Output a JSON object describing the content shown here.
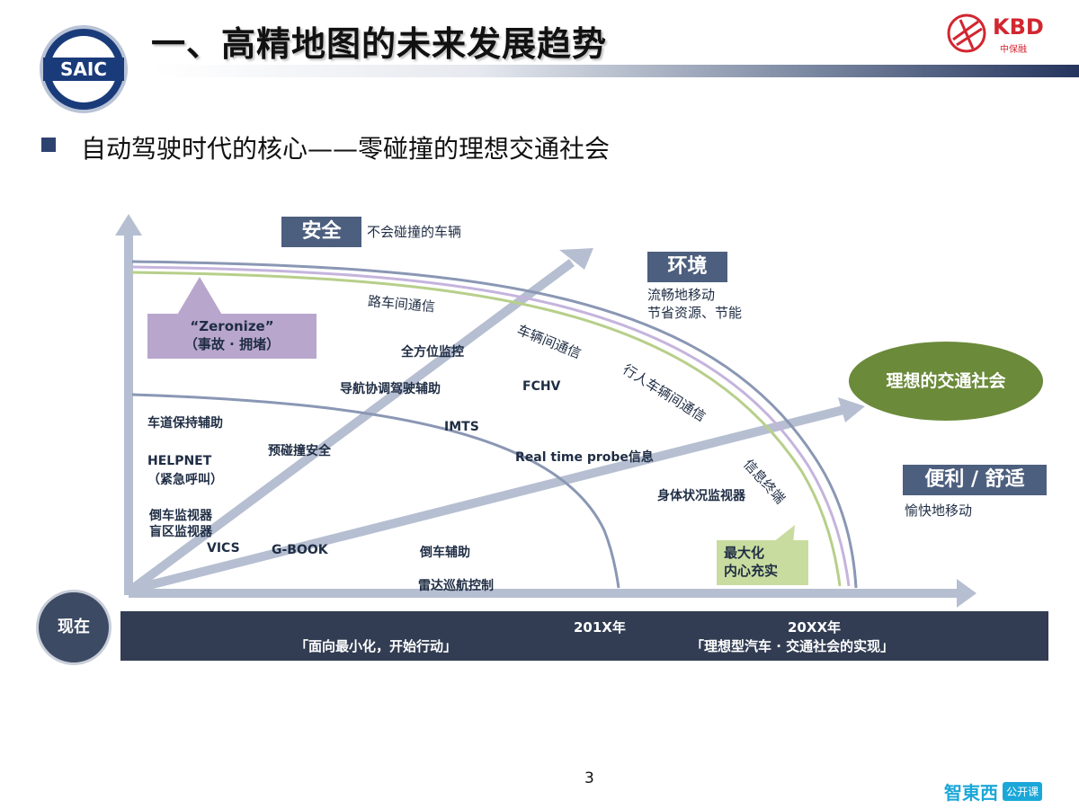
{
  "header": {
    "title": "一、高精地图的未来发展趋势",
    "logo_left": "SAIC",
    "logo_right": "KBD",
    "logo_right_sub": "中保融"
  },
  "subtitle": "自动驾驶时代的核心——零碰撞的理想交通社会",
  "diagram": {
    "tags": {
      "safety": "安全",
      "safety_desc": "不会碰撞的车辆",
      "environment": "环境",
      "environment_desc_1": "流畅地移动",
      "environment_desc_2": "节省资源、节能",
      "convenience": "便利 / 舒适",
      "convenience_desc": "愉快地移动"
    },
    "ideal_society": "理想的交通社会",
    "zeronize_1": "“Zeronize”",
    "zeronize_2": "（事故 · 拥堵）",
    "max_1": "最大化",
    "max_2": "内心充实",
    "curve_labels": {
      "road_vehicle": "路车间通信",
      "vehicle_vehicle": "车辆间通信",
      "pedestrian_vehicle": "行人车辆间通信",
      "info_terminal": "信息终端"
    },
    "items": {
      "all_round": "全方位监控",
      "nav_assist": "导航协调驾驶辅助",
      "fchv": "FCHV",
      "lane_keep": "车道保持辅助",
      "imts": "IMTS",
      "pre_crash": "预碰撞安全",
      "realtime": "Real time probe信息",
      "helpnet_1": "HELPNET",
      "helpnet_2": "（紧急呼叫）",
      "body_monitor": "身体状况监视器",
      "reverse_monitor_1": "倒车监视器",
      "reverse_monitor_2": "盲区监视器",
      "vics": "VICS",
      "gbook": "G-BOOK",
      "reverse_assist": "倒车辅助",
      "radar_cruise": "雷达巡航控制"
    },
    "timeline": {
      "now": "现在",
      "stage1": "「面向最小化，开始行动」",
      "year1": "201X年",
      "year2": "20XX年",
      "stage2": "「理想型汽车 · 交通社会的实现」"
    }
  },
  "footer": {
    "page_number": "3",
    "brand": "智東西",
    "brand_tag": "公开课"
  }
}
